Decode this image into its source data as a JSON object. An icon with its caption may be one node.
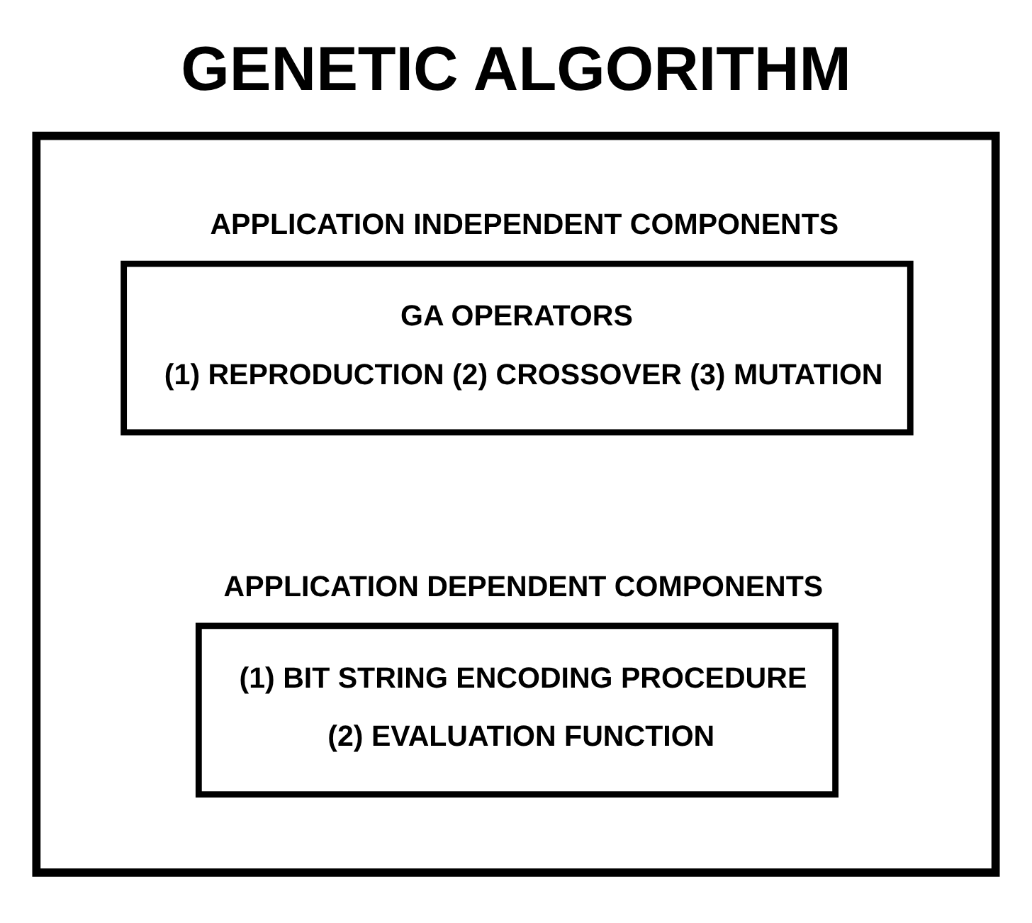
{
  "diagram": {
    "title": "GENETIC ALGORITHM",
    "nodes": [
      {
        "text": [],
        "shape": "box"
      },
      {
        "text": [
          "APPLICATION INDEPENDENT COMPONENTS",
          "GA OPERATORS",
          "(1) REPRODUCTION (2) CROSSOVER (3) MUTATION"
        ],
        "in": 0
      },
      {
        "text": [
          "APPLICATION DEPENDENT COMPONENTS",
          "(1) BIT STRING ENCODING PROCEDURE",
          "(2) EVALUATION FUNCTION"
        ],
        "in": 0
      }
    ]
  }
}
